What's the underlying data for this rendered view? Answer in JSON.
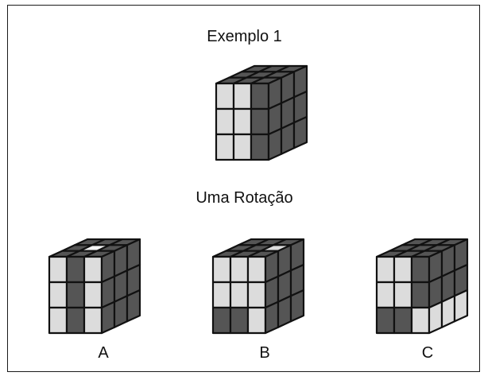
{
  "title": "Exemplo 1",
  "subtitle": "Uma Rotação",
  "options": [
    {
      "label": "A"
    },
    {
      "label": "B"
    },
    {
      "label": "C"
    }
  ],
  "colors": {
    "dark": "#555555",
    "light": "#dcdcdc",
    "white": "#f4f4f4",
    "edge": "#111111"
  },
  "cubes": {
    "example": {
      "top": [
        [
          "D",
          "D",
          "D"
        ],
        [
          "D",
          "D",
          "D"
        ],
        [
          "D",
          "D",
          "D"
        ]
      ],
      "front": [
        [
          "L",
          "L",
          "D"
        ],
        [
          "L",
          "L",
          "D"
        ],
        [
          "L",
          "L",
          "D"
        ]
      ],
      "right": [
        [
          "D",
          "D",
          "D"
        ],
        [
          "D",
          "D",
          "D"
        ],
        [
          "D",
          "D",
          "D"
        ]
      ]
    },
    "a": {
      "top": [
        [
          "D",
          "D",
          "D"
        ],
        [
          "D",
          "W",
          "D"
        ],
        [
          "D",
          "D",
          "D"
        ]
      ],
      "front": [
        [
          "L",
          "D",
          "L"
        ],
        [
          "L",
          "D",
          "L"
        ],
        [
          "L",
          "D",
          "L"
        ]
      ],
      "right": [
        [
          "D",
          "D",
          "D"
        ],
        [
          "D",
          "D",
          "D"
        ],
        [
          "D",
          "D",
          "D"
        ]
      ]
    },
    "b": {
      "top": [
        [
          "D",
          "D",
          "D"
        ],
        [
          "D",
          "D",
          "L"
        ],
        [
          "D",
          "D",
          "D"
        ]
      ],
      "front": [
        [
          "L",
          "L",
          "L"
        ],
        [
          "L",
          "L",
          "L"
        ],
        [
          "D",
          "D",
          "L"
        ]
      ],
      "right": [
        [
          "D",
          "D",
          "D"
        ],
        [
          "D",
          "D",
          "D"
        ],
        [
          "D",
          "D",
          "D"
        ]
      ]
    },
    "c": {
      "top": [
        [
          "D",
          "D",
          "D"
        ],
        [
          "D",
          "D",
          "D"
        ],
        [
          "D",
          "D",
          "D"
        ]
      ],
      "front": [
        [
          "L",
          "L",
          "D"
        ],
        [
          "L",
          "L",
          "D"
        ],
        [
          "D",
          "D",
          "L"
        ]
      ],
      "right": [
        [
          "D",
          "D",
          "D"
        ],
        [
          "D",
          "D",
          "D"
        ],
        [
          "L",
          "L",
          "L"
        ]
      ]
    }
  }
}
